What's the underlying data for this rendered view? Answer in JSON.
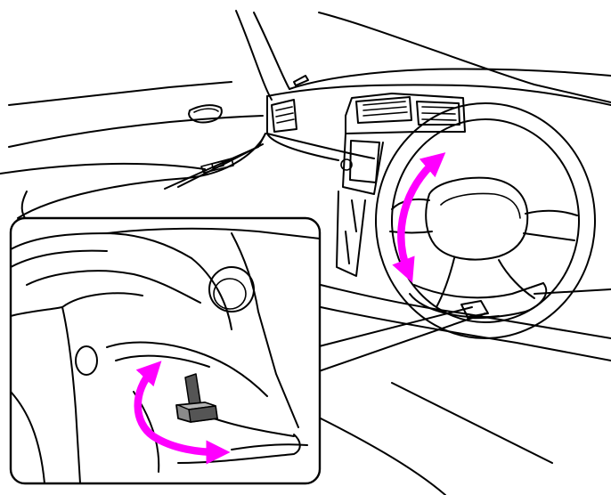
{
  "figure": {
    "subject": "steering-wheel-tilt-adjustment",
    "colors": {
      "line": "#000000",
      "background": "#ffffff",
      "arrow": "#ff00ff",
      "lever_dark": "#555555",
      "lever_mid": "#8a8a8a",
      "lever_light": "#b5b5b5"
    },
    "icons": {
      "main_arrow": "double-headed-curved-arrow",
      "inset_arrow": "curved-l-double-arrow",
      "lever": "tilt-lock-lever-icon"
    }
  }
}
